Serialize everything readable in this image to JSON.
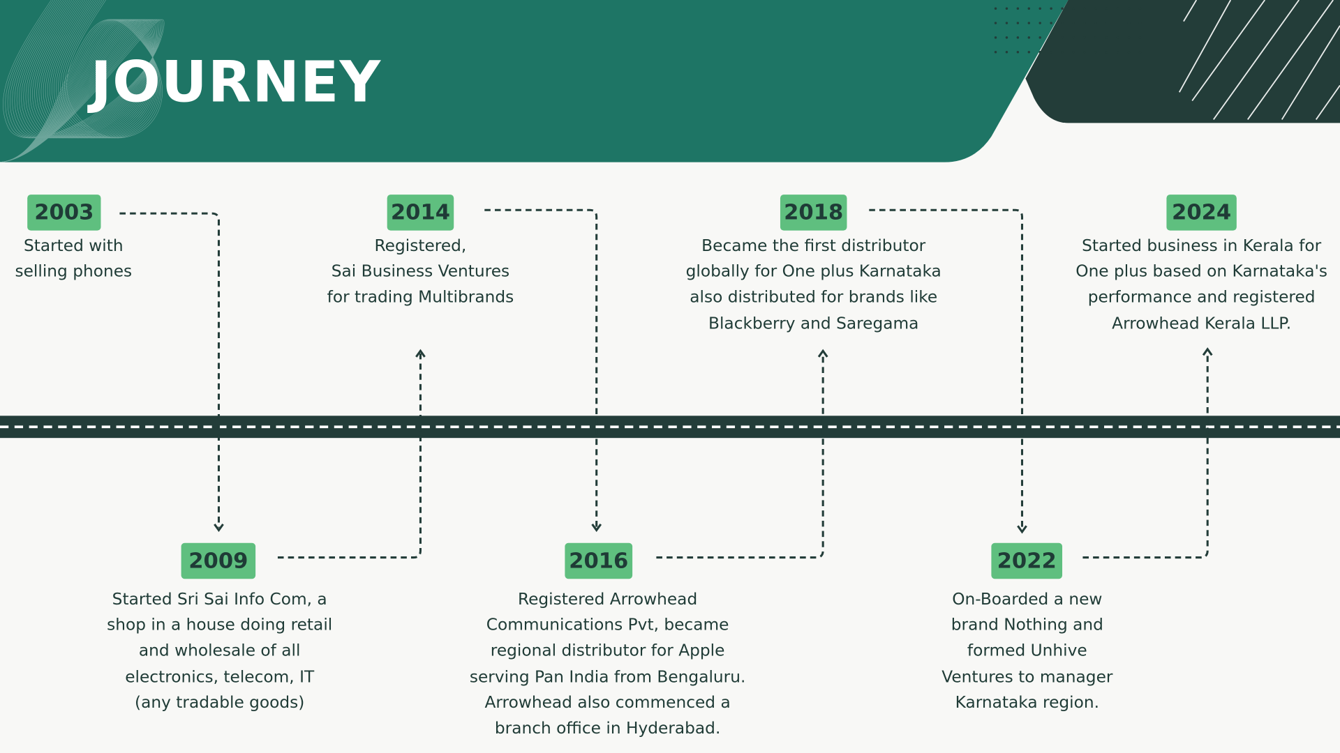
{
  "title": "JOURNEY",
  "colors": {
    "header": "#1e7565",
    "dark": "#233d39",
    "badge": "#5fbf7f",
    "text": "#1f3b36",
    "background": "#f8f8f6"
  },
  "milestones": [
    {
      "year": "2003",
      "text": "Started with\nselling phones"
    },
    {
      "year": "2009",
      "text": "Started Sri Sai Info Com, a\nshop in a house doing retail\nand wholesale of all\nelectronics, telecom, IT\n(any tradable goods)"
    },
    {
      "year": "2014",
      "text": "Registered,\nSai Business Ventures\nfor trading Multibrands"
    },
    {
      "year": "2016",
      "text": "Registered Arrowhead\nCommunications Pvt, became\nregional distributor for Apple\nserving Pan India from Bengaluru.\nArrowhead also commenced a\nbranch office in Hyderabad."
    },
    {
      "year": "2018",
      "text": "Became the first distributor\nglobally for One plus Karnataka\nalso distributed for brands like\nBlackberry and Saregama"
    },
    {
      "year": "2022",
      "text": "On-Boarded a new\nbrand Nothing and\nformed Unhive\nVentures to manager\nKarnataka region."
    },
    {
      "year": "2024",
      "text": "Started business in Kerala for\nOne plus based on Karnataka's\nperformance and registered\nArrowhead Kerala LLP."
    }
  ]
}
